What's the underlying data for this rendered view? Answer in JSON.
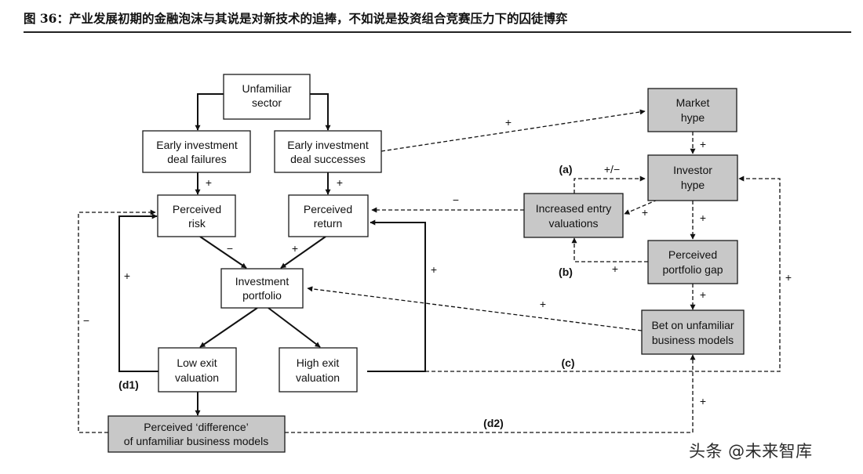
{
  "figure_title": "图 36：产业发展初期的金融泡沫与其说是对新技术的追捧，不如说是投资组合竞赛压力下的囚徒博弈",
  "watermark": "头条 @未来智库",
  "boxes": {
    "unfamiliar_sector": [
      "Unfamiliar",
      "sector"
    ],
    "early_failures": [
      "Early investment",
      "deal failures"
    ],
    "early_successes": [
      "Early investment",
      "deal successes"
    ],
    "perceived_risk": [
      "Perceived",
      "risk"
    ],
    "perceived_return": [
      "Perceived",
      "return"
    ],
    "investment_portfolio": [
      "Investment",
      "portfolio"
    ],
    "low_exit": [
      "Low exit",
      "valuation"
    ],
    "high_exit": [
      "High exit",
      "valuation"
    ],
    "perceived_difference": [
      "Perceived ‘difference’",
      "of unfamiliar business models"
    ],
    "market_hype": [
      "Market",
      "hype"
    ],
    "investor_hype": [
      "Investor",
      "hype"
    ],
    "entry_valuations": [
      "Increased entry",
      "valuations"
    ],
    "portfolio_gap": [
      "Perceived",
      "portfolio gap"
    ],
    "bet_unfamiliar": [
      "Bet on unfamiliar",
      "business models"
    ]
  },
  "loop_labels": {
    "a": "(a)",
    "b": "(b)",
    "c": "(c)",
    "d1": "(d1)",
    "d2": "(d2)"
  },
  "signs": {
    "failures_to_risk": "+",
    "successes_to_return": "+",
    "risk_to_portfolio": "−",
    "return_to_portfolio": "+",
    "low_exit_to_risk": "+",
    "high_exit_to_return": "+",
    "difference_to_risk": "−",
    "successes_to_market": "+",
    "market_to_investor": "+",
    "loop_a": "+/−",
    "entry_to_return": "−",
    "investor_to_entry": "+",
    "investor_to_gap": "+",
    "gap_to_entry": "+",
    "gap_to_bet": "+",
    "bet_to_portfolio": "+",
    "high_exit_to_investor": "+",
    "difference_to_bet": "+"
  }
}
